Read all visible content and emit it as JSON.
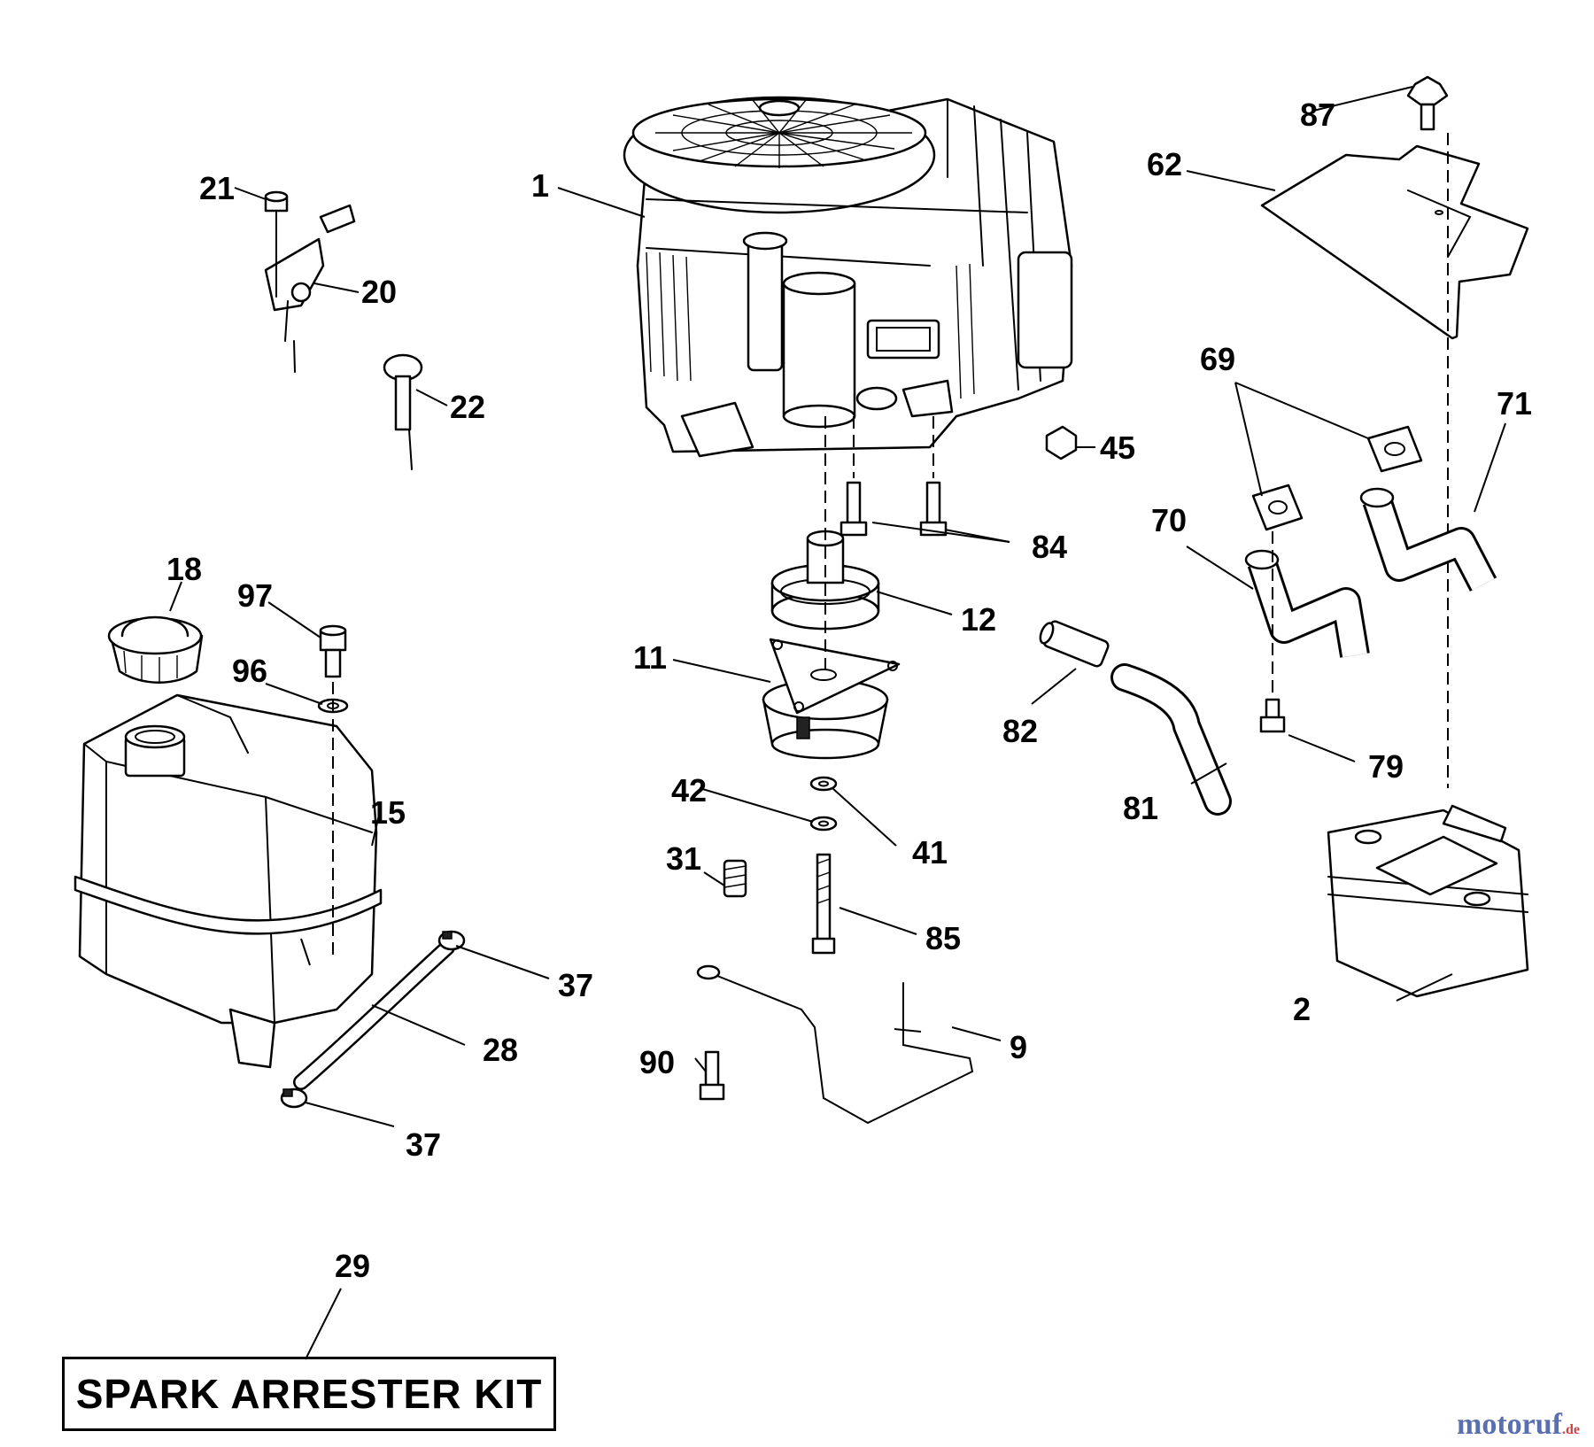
{
  "callouts": {
    "c1": "1",
    "c2": "2",
    "c9": "9",
    "c11": "11",
    "c12": "12",
    "c15": "15",
    "c18": "18",
    "c20": "20",
    "c21": "21",
    "c22": "22",
    "c28": "28",
    "c29": "29",
    "c31": "31",
    "c37a": "37",
    "c37b": "37",
    "c41": "41",
    "c42": "42",
    "c45": "45",
    "c62": "62",
    "c69": "69",
    "c70": "70",
    "c71": "71",
    "c79": "79",
    "c81": "81",
    "c82": "82",
    "c84": "84",
    "c85": "85",
    "c87": "87",
    "c90": "90",
    "c96": "96",
    "c97": "97"
  },
  "kit": {
    "label": "SPARK ARRESTER KIT"
  },
  "watermark": {
    "name": "motoruf",
    "tld": ".de"
  },
  "colors": {
    "line": "#000000",
    "background": "#ffffff",
    "watermark": "#5a6fb0"
  }
}
